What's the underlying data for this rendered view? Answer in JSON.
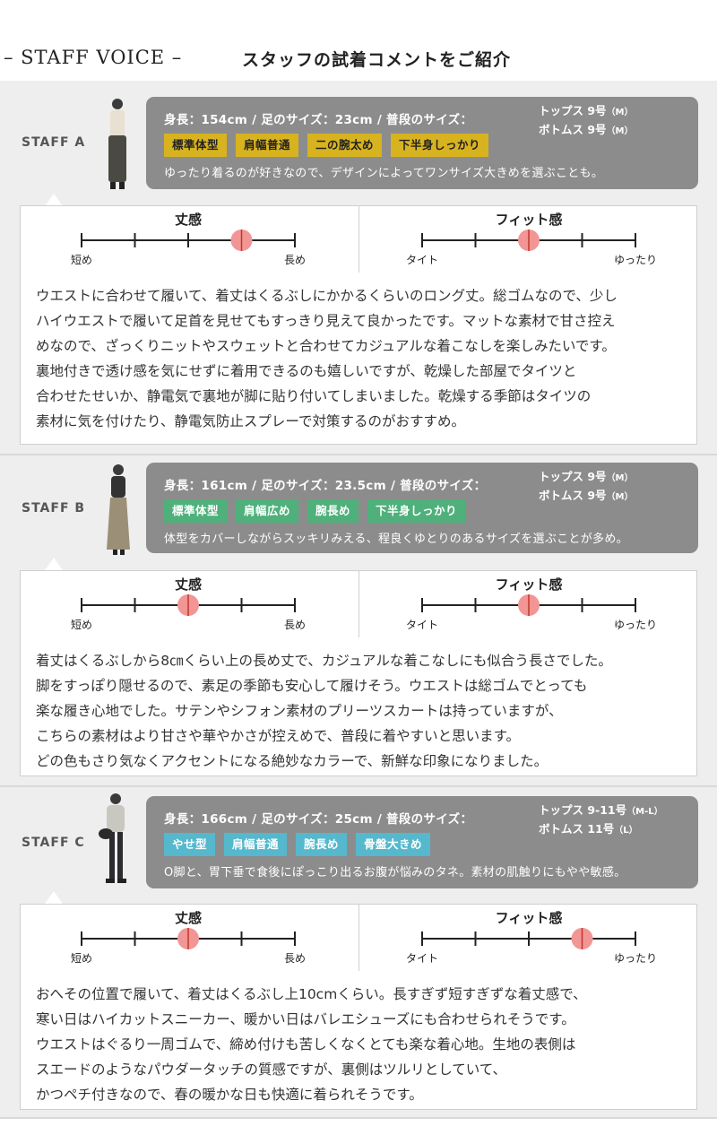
{
  "header": {
    "title_left": "– STAFF VOICE –",
    "title_right": "スタッフの試着コメントをご紹介"
  },
  "scale_labels": {
    "length_title": "丈感",
    "length_min": "短め",
    "length_max": "長め",
    "fit_title": "フィット感",
    "fit_min": "タイト",
    "fit_max": "ゆったり"
  },
  "colors": {
    "panel_bg": "#eeeeee",
    "info_bg": "#8c8c8c",
    "tag_staff_a": "#d8b320",
    "tag_staff_b": "#4fb07b",
    "tag_staff_c": "#55b8cd",
    "marker": "#f29595"
  },
  "staff": [
    {
      "label": "STAFF A",
      "measurements": "身長：154cm / 足のサイズ：23cm / 普段のサイズ：",
      "tops": "トップス 9号",
      "tops_paren": "（M）",
      "bottoms": "ボトムス 9号",
      "bottoms_paren": "（M）",
      "tags": [
        "標準体型",
        "肩幅普通",
        "二の腕太め",
        "下半身しっかり"
      ],
      "comment": "ゆったり着るのが好きなので、デザインによってワンサイズ大きめを選ぶことも。",
      "length_level": 3,
      "fit_level": 2,
      "body": [
        "ウエストに合わせて履いて、着丈はくるぶしにかかるくらいのロング丈。総ゴムなので、少し",
        "ハイウエストで履いて足首を見せてもすっきり見えて良かったです。マットな素材で甘さ控え",
        "めなので、ざっくりニットやスウェットと合わせてカジュアルな着こなしを楽しみたいです。",
        "裏地付きで透け感を気にせずに着用できるのも嬉しいですが、乾燥した部屋でタイツと",
        "合わせたせいか、静電気で裏地が脚に貼り付いてしまいました。乾燥する季節はタイツの",
        "素材に気を付けたり、静電気防止スプレーで対策するのがおすすめ。"
      ]
    },
    {
      "label": "STAFF B",
      "measurements": "身長：161cm / 足のサイズ：23.5cm / 普段のサイズ：",
      "tops": "トップス 9号",
      "tops_paren": "（M）",
      "bottoms": "ボトムス 9号",
      "bottoms_paren": "（M）",
      "tags": [
        "標準体型",
        "肩幅広め",
        "腕長め",
        "下半身しっかり"
      ],
      "comment": "体型をカバーしながらスッキリみえる、程良くゆとりのあるサイズを選ぶことが多め。",
      "length_level": 2,
      "fit_level": 2,
      "body": [
        "着丈はくるぶしから8㎝くらい上の長め丈で、カジュアルな着こなしにも似合う長さでした。",
        "脚をすっぽり隠せるので、素足の季節も安心して履けそう。ウエストは総ゴムでとっても",
        "楽な履き心地でした。サテンやシフォン素材のプリーツスカートは持っていますが、",
        "こちらの素材はより甘さや華やかさが控えめで、普段に着やすいと思います。",
        "どの色もさり気なくアクセントになる絶妙なカラーで、新鮮な印象になりました。"
      ]
    },
    {
      "label": "STAFF C",
      "measurements": "身長：166cm / 足のサイズ：25cm / 普段のサイズ：",
      "tops": "トップス 9-11号",
      "tops_paren": "（M-L）",
      "bottoms": "ボトムス 11号",
      "bottoms_paren": "（L）",
      "tags": [
        "やせ型",
        "肩幅普通",
        "腕長め",
        "骨盤大きめ"
      ],
      "comment": "O脚と、胃下垂で食後にぽっこり出るお腹が悩みのタネ。素材の肌触りにもやや敏感。",
      "length_level": 2,
      "fit_level": 3,
      "body": [
        "おへその位置で履いて、着丈はくるぶし上10cmくらい。長すぎず短すぎずな着丈感で、",
        "寒い日はハイカットスニーカー、暖かい日はバレエシューズにも合わせられそうです。",
        "ウエストはぐるり一周ゴムで、締め付けも苦しくなくとても楽な着心地。生地の表側は",
        "スエードのようなパウダータッチの質感ですが、裏側はツルリとしていて、",
        "かつペチ付きなので、春の暖かな日も快適に着られそうです。"
      ]
    }
  ]
}
